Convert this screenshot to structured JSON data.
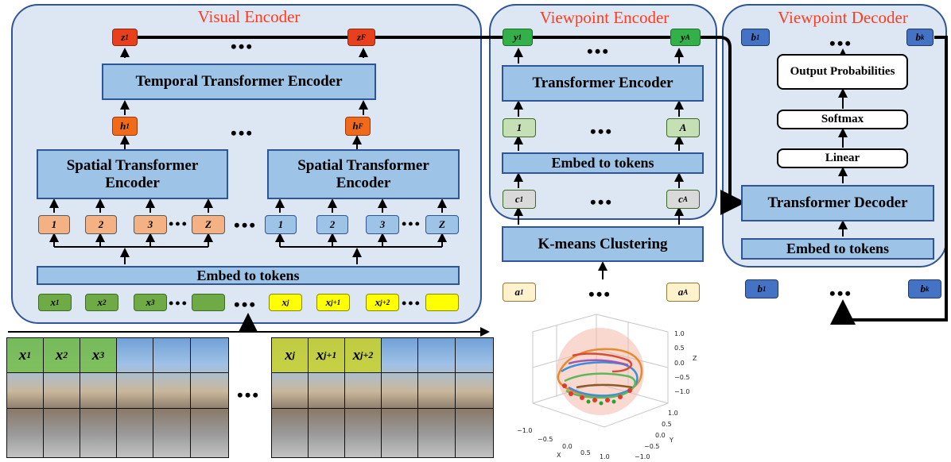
{
  "visual_encoder": {
    "title": "Visual Encoder",
    "temporal_block": "Temporal Transformer Encoder",
    "spatial_block": "Spatial Transformer Encoder",
    "embed_block": "Embed to tokens",
    "z_tokens": [
      {
        "base": "z",
        "sub": "1"
      },
      {
        "base": "z",
        "sub": "F"
      }
    ],
    "h_tokens": [
      {
        "base": "h",
        "sub": "1"
      },
      {
        "base": "h",
        "sub": "F"
      }
    ],
    "patch_tokens": [
      "1",
      "2",
      "3",
      "Z"
    ],
    "x_tokens": [
      {
        "base": "x",
        "sub": "1"
      },
      {
        "base": "x",
        "sub": "2"
      },
      {
        "base": "x",
        "sub": "3"
      }
    ],
    "xj_tokens": [
      {
        "base": "x",
        "sub": "j"
      },
      {
        "base": "x",
        "sub": "j+1"
      },
      {
        "base": "x",
        "sub": "j+2"
      }
    ],
    "ellipsis": "•••"
  },
  "viewpoint_encoder": {
    "title": "Viewpoint Encoder",
    "transformer_block": "Transformer Encoder",
    "embed_block": "Embed to tokens",
    "kmeans_block": "K-means Clustering",
    "y_tokens": [
      {
        "base": "y",
        "sub": "1"
      },
      {
        "base": "y",
        "sub": "A"
      }
    ],
    "num_tokens": [
      "1",
      "A"
    ],
    "c_tokens": [
      {
        "base": "c",
        "sub": "1"
      },
      {
        "base": "c",
        "sub": "A"
      }
    ],
    "a_tokens": [
      {
        "base": "a",
        "sub": "1"
      },
      {
        "base": "a",
        "sub": "A"
      }
    ]
  },
  "viewpoint_decoder": {
    "title": "Viewpoint Decoder",
    "output_block": "Output Probabilities",
    "softmax_block": "Softmax",
    "linear_block": "Linear",
    "decoder_block": "Transformer Decoder",
    "embed_block": "Embed to tokens",
    "b_tokens": [
      {
        "base": "b",
        "sub": "1"
      },
      {
        "base": "b",
        "sub": "k"
      }
    ]
  },
  "frames": {
    "left_labels": [
      {
        "base": "x",
        "sub": "1"
      },
      {
        "base": "x",
        "sub": "2"
      },
      {
        "base": "x",
        "sub": "3"
      }
    ],
    "right_labels": [
      {
        "base": "x",
        "sub": "j"
      },
      {
        "base": "x",
        "sub": "j+1"
      },
      {
        "base": "x",
        "sub": "j+2"
      }
    ]
  },
  "plot3d": {
    "x_ticks": [
      "−1.0",
      "−0.5",
      "0.0",
      "0.5",
      "1.0"
    ],
    "y_ticks": [
      "−1.0",
      "−0.5",
      "0.0",
      "0.5",
      "1.0"
    ],
    "z_ticks": [
      "−1.0",
      "−0.5",
      "0.0",
      "0.5",
      "1.0"
    ],
    "x_label": "X",
    "y_label": "Y",
    "z_label": "Z"
  },
  "colors": {
    "panel_fill": "#dde7f3",
    "panel_border": "#2f5597",
    "title_red": "#ff3b1f",
    "block_blue": "#9dc3e6"
  }
}
